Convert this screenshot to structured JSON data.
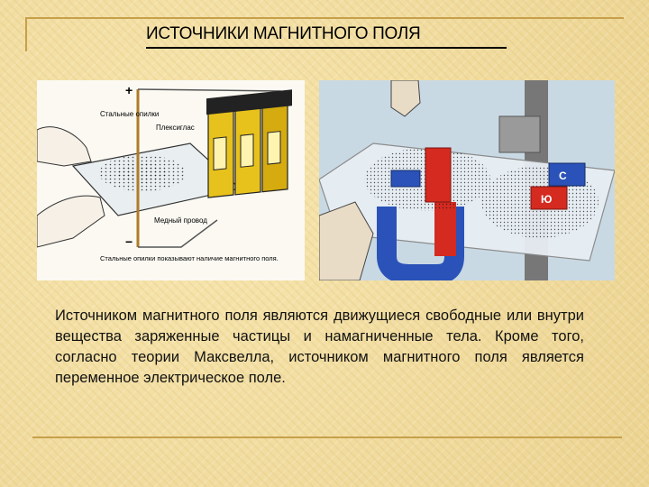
{
  "slide": {
    "title": "ИСТОЧНИКИ МАГНИТНОГО ПОЛЯ",
    "body": "Источником магнитного поля являются движущиеся свободные или внутри вещества заряженные частицы и намагниченные тела. Кроме того, согласно теории Максвелла, источником магнитного поля является переменное электрическое поле."
  },
  "figure_left": {
    "plus_sign": "+",
    "minus_sign": "−",
    "label_filings": "Стальные опилки",
    "label_plexiglass": "Плексиглас",
    "label_wire": "Медный провод",
    "caption": "Стальные опилки показывают наличие магнитного поля."
  },
  "figure_right": {
    "pole_s": "С",
    "pole_n": "Ю"
  },
  "colors": {
    "background": "#f0dc9e",
    "frame": "#c7a04a",
    "battery": "#e8c21c",
    "magnet_red": "#d42a20",
    "magnet_blue": "#2a52b8"
  }
}
